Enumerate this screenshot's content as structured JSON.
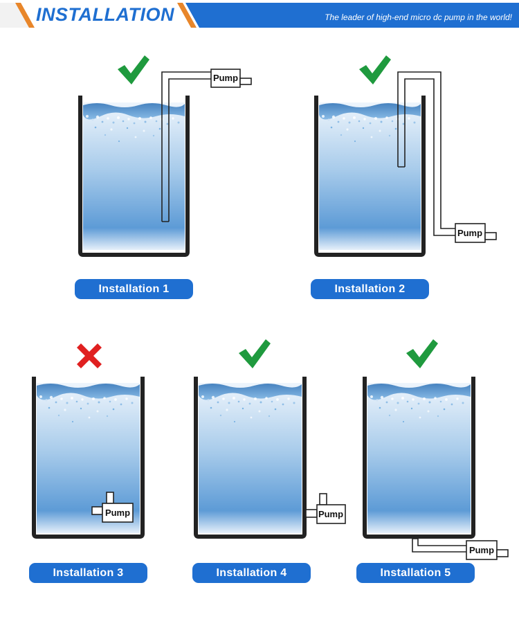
{
  "header": {
    "title": "INSTALLATION",
    "tagline": "The leader of high-end micro dc pump in the world!",
    "accent_color": "#1f6fd1",
    "stripe_color": "#e8862a"
  },
  "pump_label": "Pump",
  "installations": [
    {
      "label": "Installation  1",
      "status": "correct",
      "status_icon": "check-icon"
    },
    {
      "label": "Installation  2",
      "status": "correct",
      "status_icon": "check-icon"
    },
    {
      "label": "Installation  3",
      "status": "incorrect",
      "status_icon": "cross-icon"
    },
    {
      "label": "Installation  4",
      "status": "correct",
      "status_icon": "check-icon"
    },
    {
      "label": "Installation  5",
      "status": "correct",
      "status_icon": "check-icon"
    }
  ],
  "colors": {
    "check": "#1f9a3e",
    "cross": "#e02020",
    "container": "#222222",
    "water_top": "#e9f2fb",
    "water_bottom": "#4f93d3",
    "pill": "#1f6fd1"
  }
}
